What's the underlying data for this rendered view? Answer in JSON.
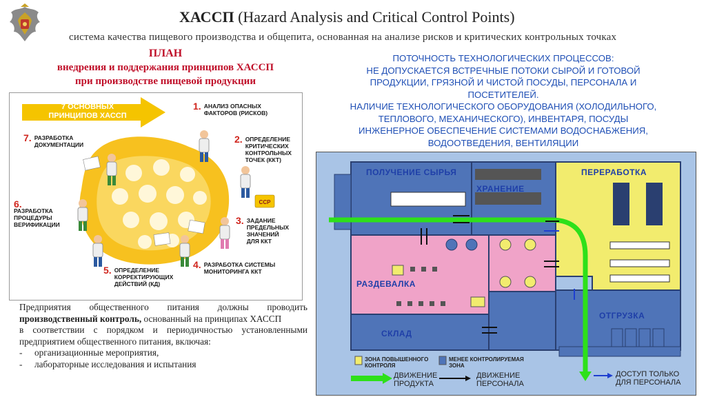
{
  "header": {
    "title_bold": "ХАССП",
    "title_rest": " (Hazard Analysis and Critical Control Points)",
    "subtitle": "система качества пищевого производства и общепита, основанная на анализе рисков и критических контрольных точках"
  },
  "plan": {
    "line1": "ПЛАН",
    "line2": "внедрения и поддержания принципов ХАССП",
    "line3": "при производстве пищевой продукции"
  },
  "flow_requirements": {
    "line1": "ПОТОЧНОСТЬ ТЕХНОЛОГИЧЕСКИХ ПРОЦЕССОВ:",
    "line2": "НЕ ДОПУСКАЕТСЯ ВСТРЕЧНЫЕ ПОТОКИ СЫРОЙ И ГОТОВОЙ",
    "line3": "ПРОДУКЦИИ, ГРЯЗНОЙ И ЧИСТОЙ ПОСУДЫ, ПЕРСОНАЛА И",
    "line4": "ПОСЕТИТЕЛЕЙ.",
    "line5": "НАЛИЧИЕ  ТЕХНОЛОГИЧЕСКОГО ОБОРУДОВАНИЯ (ХОЛОДИЛЬНОГО,",
    "line6": "ТЕПЛОВОГО, МЕХАНИЧЕСКОГО), ИНВЕНТАРЯ, ПОСУДЫ",
    "line7": "ИНЖЕНЕРНОЕ ОБЕСПЕЧЕНИЕ СИСТЕМАМИ ВОДОСНАБЖЕНИЯ,",
    "line8": "ВОДООТВЕДЕНИЯ, ВЕНТИЛЯЦИИ"
  },
  "principles": {
    "arrow_line1": "7 ОСНОВНЫХ",
    "arrow_line2": "ПРИНЦИПОВ ХАССП",
    "items": [
      {
        "num": "1.",
        "line1": "АНАЛИЗ ОПАСНЫХ",
        "line2": "ФАКТОРОВ (РИСКОВ)"
      },
      {
        "num": "2.",
        "line1": "ОПРЕДЕЛЕНИЕ",
        "line2": "КРИТИЧЕСКИХ",
        "line3": "КОНТРОЛЬНЫХ",
        "line4": "ТОЧЕК (ККТ)"
      },
      {
        "num": "3.",
        "line1": "ЗАДАНИЕ",
        "line2": "ПРЕДЕЛЬНЫХ",
        "line3": "ЗНАЧЕНИЙ",
        "line4": "ДЛЯ ККТ"
      },
      {
        "num": "4.",
        "line1": "РАЗРАБОТКА СИСТЕМЫ",
        "line2": "МОНИТОРИНГА ККТ"
      },
      {
        "num": "5.",
        "line1": "ОПРЕДЕЛЕНИЕ",
        "line2": "КОРРЕКТИРУЮЩИХ",
        "line3": "ДЕЙСТВИЙ (КД)"
      },
      {
        "num": "6.",
        "line1": "РАЗРАБОТКА",
        "line2": "ПРОЦЕДУРЫ",
        "line3": "ВЕРИФИКАЦИИ"
      },
      {
        "num": "7.",
        "line1": "РАЗРАБОТКА",
        "line2": "ДОКУМЕНТАЦИИ"
      }
    ]
  },
  "body": {
    "p1_start": "Предприятия общественного питания должны проводить ",
    "p1_bold": "производственный контроль,",
    "p1_end": " основанный на принципах ХАССП",
    "p2": "в соответствии с порядком и периодичностью установленными предприятием общественного питания, включая:",
    "bullets": [
      "организационные мероприятия,",
      "лабораторные исследования и испытания"
    ]
  },
  "floor_plan": {
    "rooms": {
      "receiving": "ПОЛУЧЕНИЕ СЫРЬЯ",
      "storage": "ХРАНЕНИЕ",
      "processing": "ПЕРЕРАБОТКА",
      "changing": "РАЗДЕВАЛКА",
      "warehouse": "СКЛАД",
      "shipping": "ОТГРУЗКА"
    },
    "legend": {
      "high_control_l1": "ЗОНА ПОВЫШЕННОГО",
      "high_control_l2": "КОНТРОЛЯ",
      "low_control_l1": "МЕНЕЕ КОНТРОЛИРУЕМАЯ",
      "low_control_l2": "ЗОНА",
      "product_flow_l1": "ДВИЖЕНИЕ",
      "product_flow_l2": "ПРОДУКТА",
      "staff_flow_l1": "ДВИЖЕНИЕ",
      "staff_flow_l2": "ПЕРСОНАЛА",
      "staff_only_l1": "ДОСТУП ТОЛЬКО",
      "staff_only_l2": "ДЛЯ ПЕРСОНАЛА"
    },
    "colors": {
      "high_control": "#f2ec6e",
      "low_control": "#4f74b8",
      "changing_room": "#f0a3c8",
      "product_flow": "#2ee01a",
      "staff_flow": "#111111",
      "staff_only": "#1e3fd0"
    }
  },
  "colors": {
    "plan_heading": "#c0102a",
    "flow_text": "#1f4fb5",
    "principle_number": "#d0261e",
    "principles_arrow": "#f5c400"
  }
}
